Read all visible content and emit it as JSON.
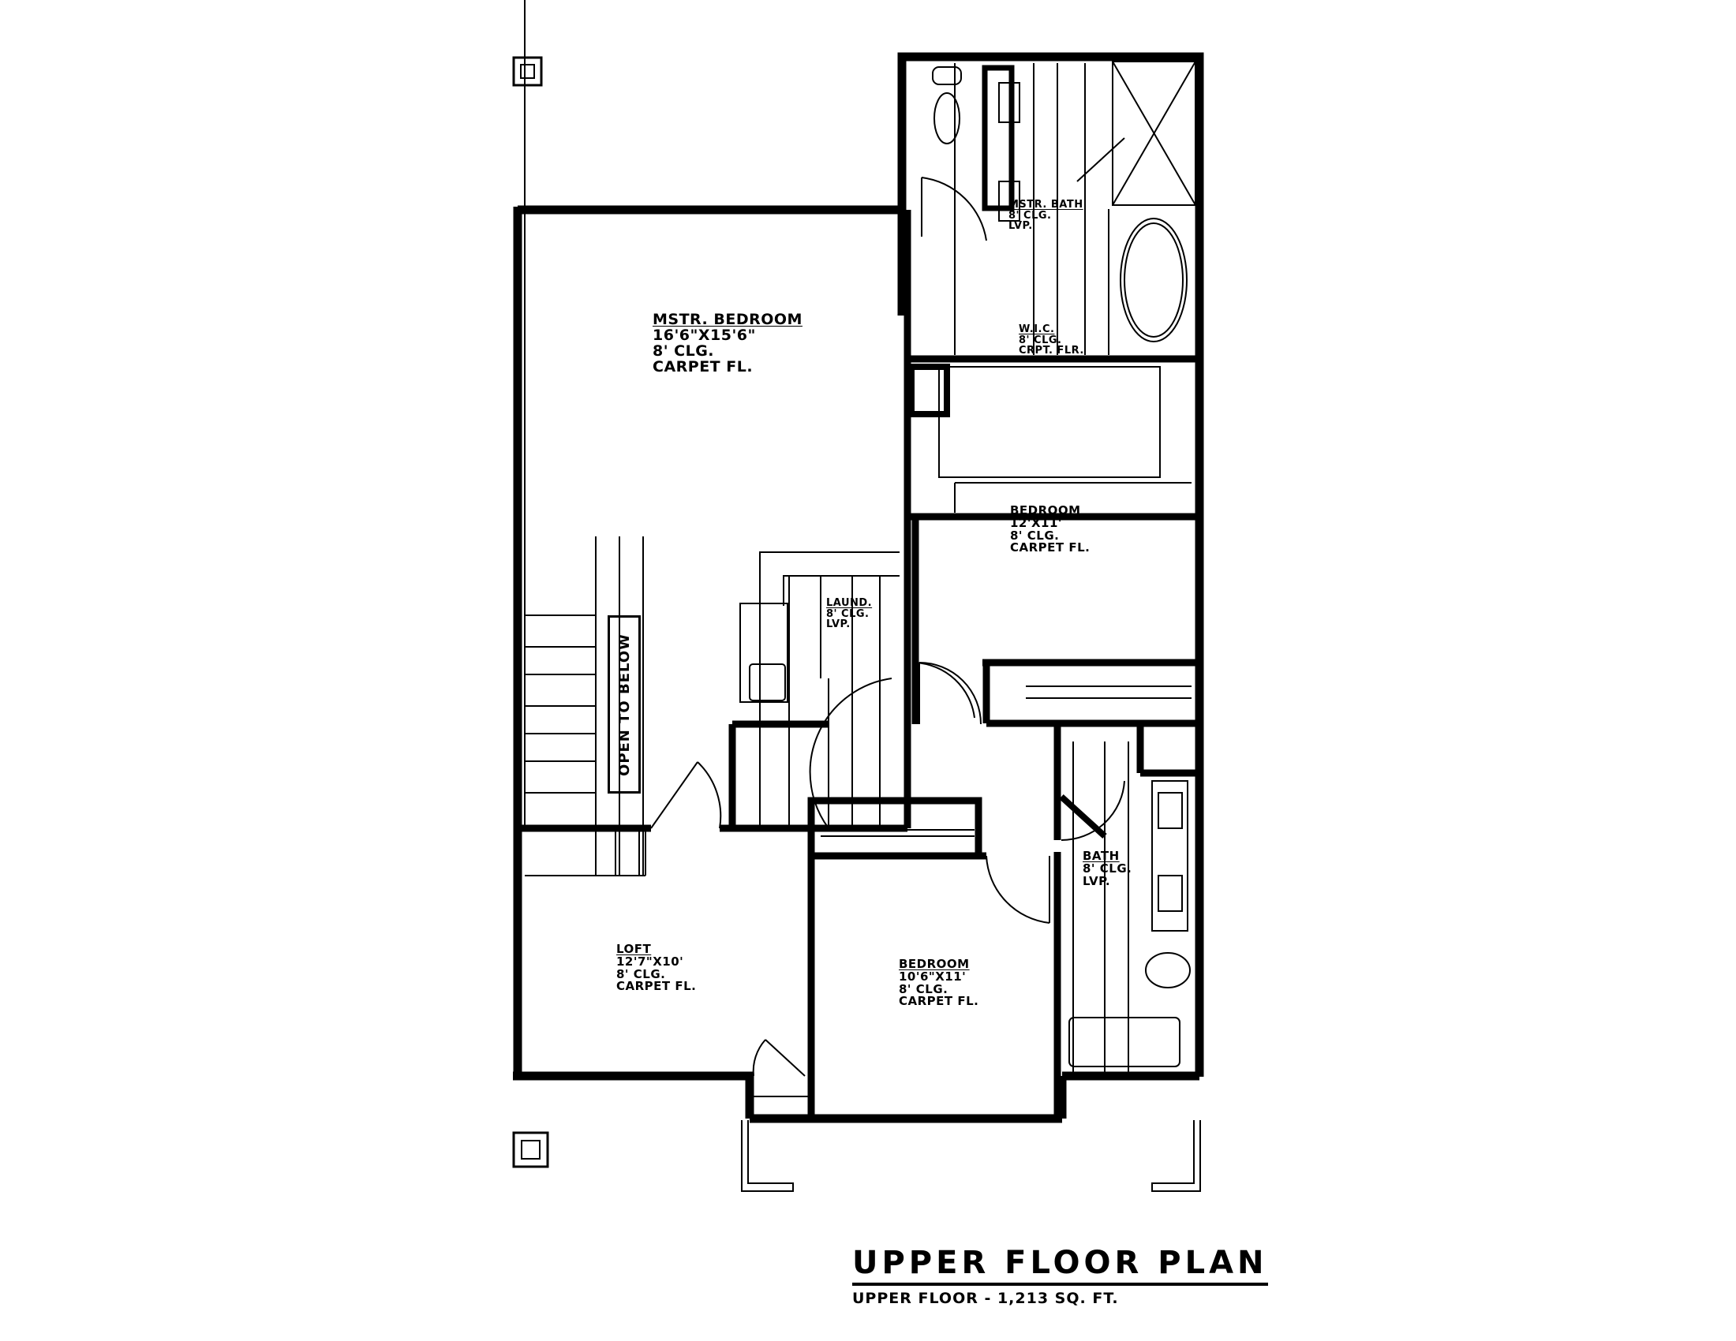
{
  "plan": {
    "title": "UPPER FLOOR PLAN",
    "subtitle": "UPPER FLOOR - 1,213 SQ. FT."
  },
  "rooms": {
    "master_bedroom": {
      "name": "MSTR. BEDROOM",
      "size": "16'6\"X15'6\"",
      "ceiling": "8' CLG.",
      "floor": "CARPET FL."
    },
    "master_bath": {
      "name": "MSTR. BATH",
      "ceiling": "8' CLG.",
      "floor": "LVP."
    },
    "wic": {
      "name": "W.I.C.",
      "ceiling": "8' CLG.",
      "floor": "CRPT. FLR."
    },
    "bedroom_2": {
      "name": "BEDROOM",
      "size": "12'X11'",
      "ceiling": "8' CLG.",
      "floor": "CARPET FL."
    },
    "laundry": {
      "name": "LAUND.",
      "ceiling": "8' CLG.",
      "floor": "LVP."
    },
    "bath": {
      "name": "BATH",
      "ceiling": "8' CLG.",
      "floor": "LVP."
    },
    "loft": {
      "name": "LOFT",
      "size": "12'7\"X10'",
      "ceiling": "8' CLG.",
      "floor": "CARPET FL."
    },
    "bedroom_3": {
      "name": "BEDROOM",
      "size": "10'6\"X11'",
      "ceiling": "8' CLG.",
      "floor": "CARPET FL."
    }
  },
  "annotations": {
    "stair_note": "OPEN TO BELOW"
  }
}
